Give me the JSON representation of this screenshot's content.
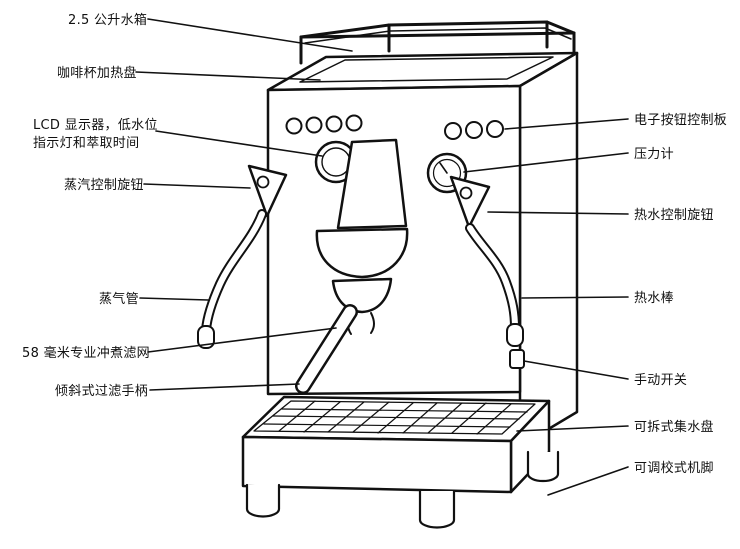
{
  "style": {
    "background": "#ffffff",
    "line_color": "#111111"
  },
  "labels": {
    "left": [
      {
        "id": "water-tank",
        "text": "2.5 公升水箱"
      },
      {
        "id": "cup-warmer",
        "text": "咖啡杯加热盘"
      },
      {
        "id": "lcd-display",
        "text": "LCD 显示器，低水位\n指示灯和萃取时间"
      },
      {
        "id": "steam-knob",
        "text": "蒸汽控制旋钮"
      },
      {
        "id": "steam-pipe",
        "text": "蒸气管"
      },
      {
        "id": "filter-basket",
        "text": "58 毫米专业冲煮滤网"
      },
      {
        "id": "filter-handle",
        "text": "倾斜式过滤手柄"
      }
    ],
    "right": [
      {
        "id": "control-panel",
        "text": "电子按钮控制板"
      },
      {
        "id": "pressure-gauge",
        "text": "压力计"
      },
      {
        "id": "hot-water-knob",
        "text": "热水控制旋钮"
      },
      {
        "id": "hot-water-wand",
        "text": "热水棒"
      },
      {
        "id": "manual-switch",
        "text": "手动开关"
      },
      {
        "id": "drip-tray",
        "text": "可拆式集水盘"
      },
      {
        "id": "adjustable-feet",
        "text": "可调校式机脚"
      }
    ]
  }
}
